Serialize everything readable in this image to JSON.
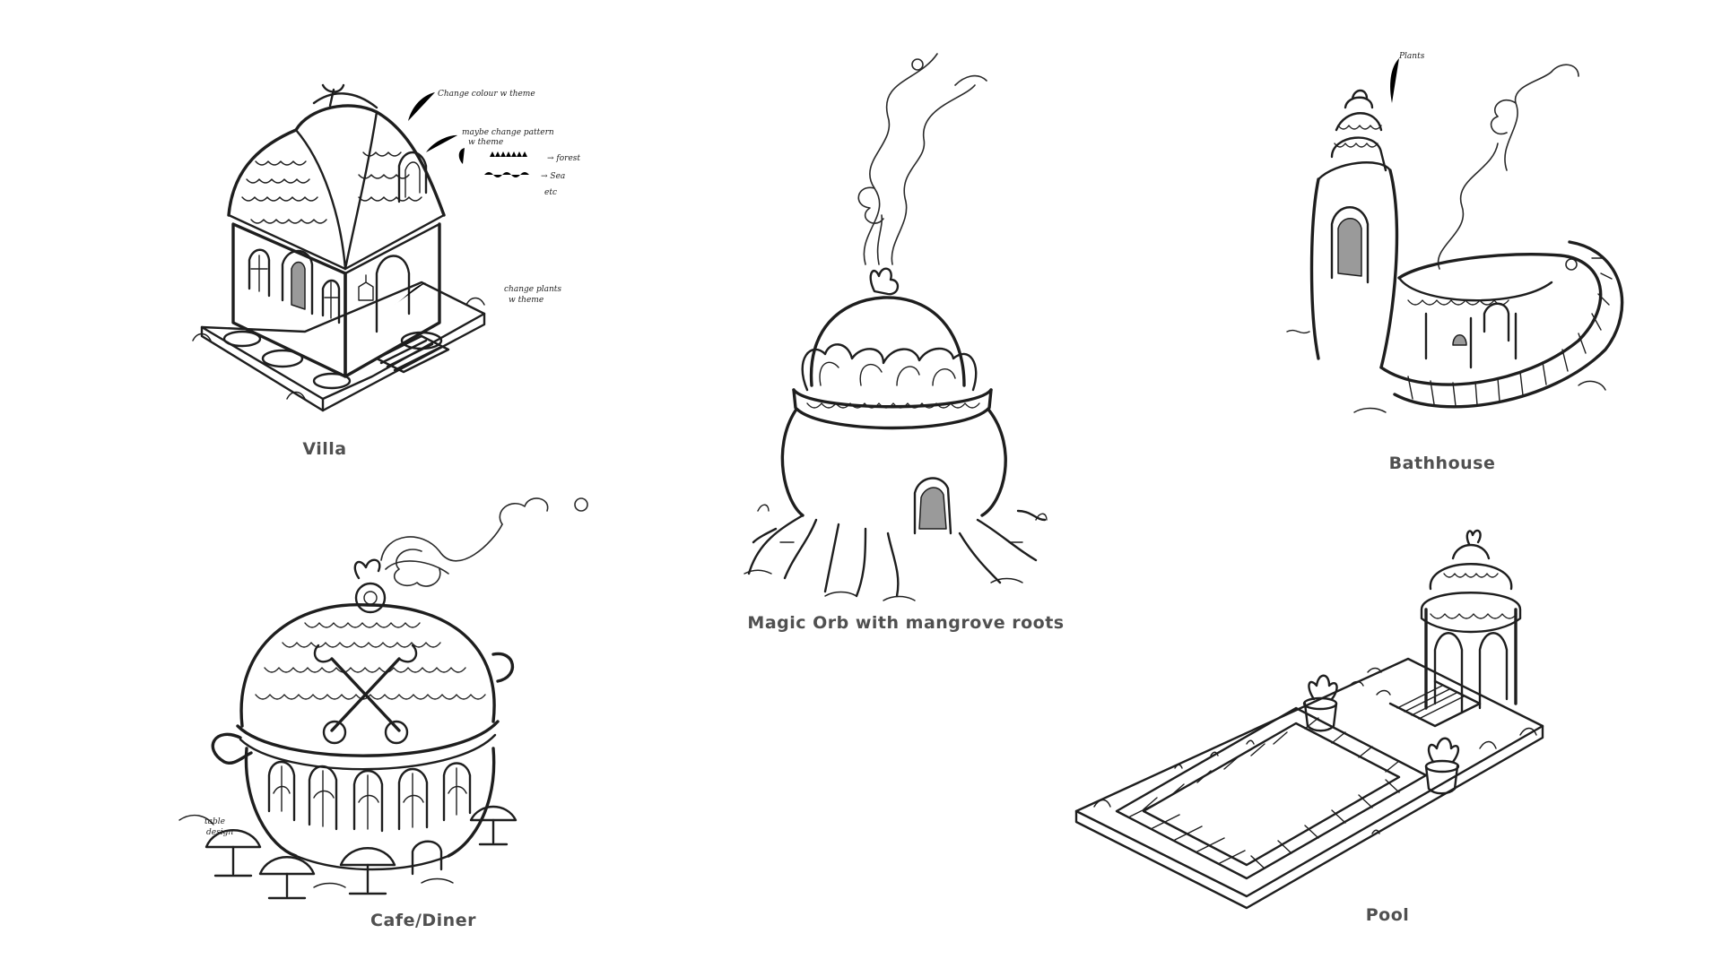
{
  "captions": {
    "villa": "Villa",
    "magic_orb": "Magic Orb with mangrove roots",
    "bathhouse": "Bathhouse",
    "cafe": "Cafe/Diner",
    "pool": "Pool"
  },
  "notes": {
    "villa_colour": "Change colour w theme",
    "villa_pattern_1": "maybe change pattern",
    "villa_pattern_2": "w theme",
    "villa_forest": "→ forest",
    "villa_sea": "→ Sea",
    "villa_etc": "etc",
    "villa_plants_1": "change plants",
    "villa_plants_2": "w theme",
    "bath_plants": "Plants",
    "cafe_table_1": "table",
    "cafe_table_2": "design"
  }
}
